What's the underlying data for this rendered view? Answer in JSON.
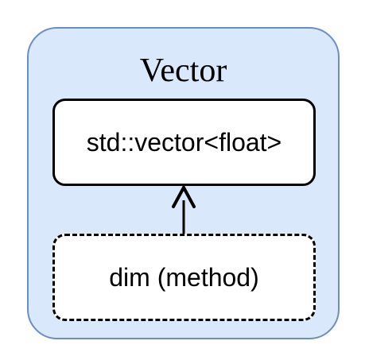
{
  "diagram": {
    "container": {
      "title": "Vector",
      "fill_color": "#dae8fc",
      "stroke_color": "#6c8ebf"
    },
    "nodes": [
      {
        "id": "type",
        "label": "std::vector<float>",
        "border": "solid"
      },
      {
        "id": "method",
        "label": "dim (method)",
        "border": "dashed"
      }
    ],
    "edges": [
      {
        "from": "method",
        "to": "type"
      }
    ]
  }
}
